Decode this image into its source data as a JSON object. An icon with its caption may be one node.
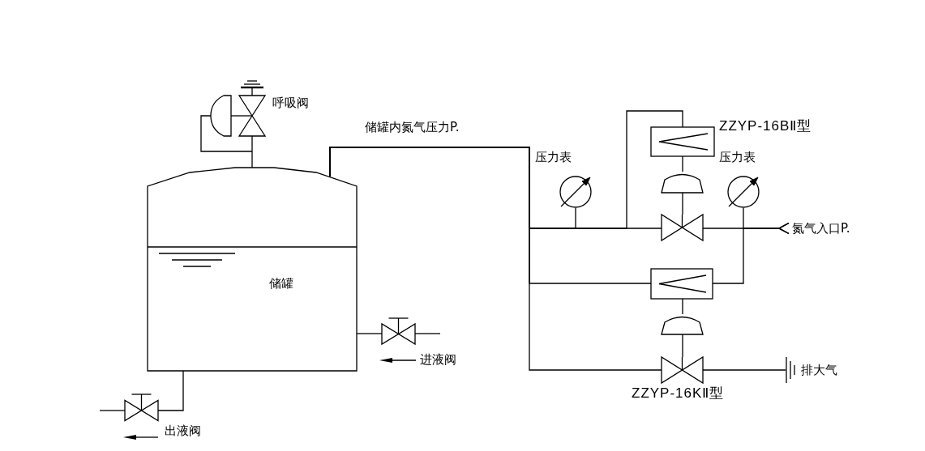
{
  "diagram": {
    "nodes": [
      {
        "text": [
          "储罐"
        ]
      },
      {
        "text": [],
        "shape": "valve",
        "beside": [
          "呼吸阀"
        ]
      },
      {
        "text": [],
        "shape": "valve",
        "beside": [
          "进液阀"
        ]
      },
      {
        "text": [],
        "shape": "valve",
        "beside": [
          "出液阀"
        ]
      },
      {
        "text": [],
        "shape": "gauge",
        "beside": [
          "压力表"
        ]
      },
      {
        "text": [],
        "shape": "box",
        "beside": [
          "ZZYP-16BⅡ型"
        ]
      },
      {
        "text": [],
        "shape": "diaphragm"
      },
      {
        "text": [],
        "shape": "valve"
      },
      {
        "text": [],
        "shape": "gauge"
      },
      {
        "text": [
          "氮气入口P."
        ]
      },
      {
        "text": [],
        "shape": "box"
      },
      {
        "text": [],
        "shape": "diaphragm"
      },
      {
        "text": [],
        "shape": "valve",
        "beside": [
          "ZZYP-16KⅡ型"
        ]
      },
      {
        "text": [
          "排大气"
        ]
      }
    ],
    "edges": [
      {
        "from": 1,
        "to": 0,
        "arrow": "none"
      },
      {
        "from": 0,
        "to": 4,
        "arrow": "none"
      },
      {
        "from": 0,
        "to": 7,
        "arrow": "none"
      },
      {
        "from": 0,
        "to": 5,
        "arrow": "none"
      },
      {
        "from": 0,
        "to": 10,
        "arrow": "none"
      },
      {
        "from": 0,
        "to": 12,
        "arrow": "none"
      },
      {
        "from": 5,
        "to": 6,
        "arrow": "none"
      },
      {
        "from": 6,
        "to": 7,
        "arrow": "none"
      },
      {
        "from": 7,
        "to": 9,
        "arrow": "other"
      },
      {
        "from": 8,
        "to": 9,
        "arrow": "other"
      },
      {
        "from": 10,
        "to": 9,
        "arrow": "other"
      },
      {
        "from": 10,
        "to": 11,
        "arrow": "none"
      },
      {
        "from": 11,
        "to": 12,
        "arrow": "none"
      },
      {
        "from": 12,
        "to": 13,
        "arrow": "none"
      },
      {
        "from": 0,
        "to": 2,
        "arrow": "none"
      },
      {
        "from": 0,
        "to": 3,
        "arrow": "none"
      },
      {
        "from": 2,
        "to": null,
        "arrow": "none"
      },
      {
        "from": null,
        "to": 3,
        "arrow": "none"
      }
    ],
    "labels": [
      "储罐内氮气压力P.",
      "压力表"
    ]
  }
}
